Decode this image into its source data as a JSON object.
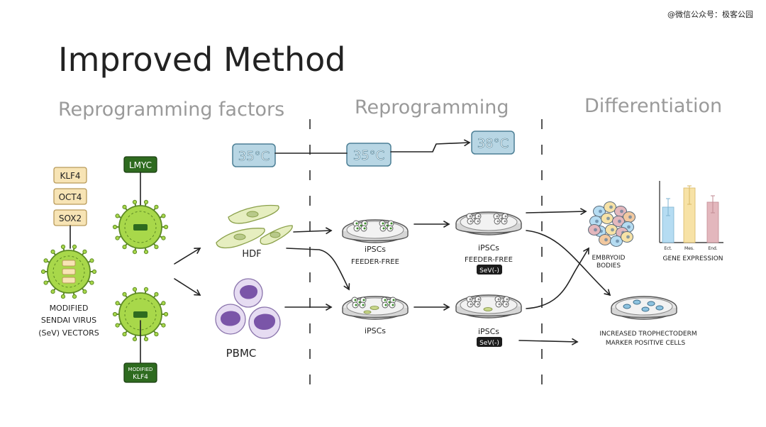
{
  "watermark": "@微信公众号：极客公园",
  "title": "Improved Method",
  "sections": {
    "factors": "Reprogramming factors",
    "reprogramming": "Reprogramming",
    "differentiation": "Differentiation"
  },
  "factors": {
    "klf4": "KLF4",
    "oct4": "OCT4",
    "sox2": "SOX2",
    "lmyc": "LMYC",
    "modified_klf4_line1": "MODIFIED",
    "modified_klf4_line2": "KLF4",
    "vector_label_line1": "MODIFIED",
    "vector_label_line2": "SENDAI VIRUS",
    "vector_label_line3": "(SeV) VECTORS"
  },
  "temperatures": {
    "t1": "35°C",
    "t2": "35°C",
    "t3": "38°C"
  },
  "cells": {
    "hdf": "HDF",
    "pbmc": "PBMC"
  },
  "dishes": {
    "ipsc_ff_line1": "iPSCs",
    "ipsc_ff_line2": "FEEDER-FREE",
    "ipsc_ff_sev_line1": "iPSCs",
    "ipsc_ff_sev_line2": "FEEDER-FREE",
    "sev_badge_1": "SeV(-)",
    "ipsc_plain": "iPSCs",
    "ipsc_sev": "iPSCs",
    "sev_badge_2": "SeV(-)"
  },
  "outcomes": {
    "embryoid_line1": "EMBRYOID",
    "embryoid_line2": "BODIES",
    "gene_expression": "GENE EXPRESSION",
    "bar_labels": [
      "Ect.",
      "Mes.",
      "End."
    ],
    "trophectoderm_line1": "INCREASED TROPHECTODERM",
    "trophectoderm_line2": "MARKER POSITIVE CELLS"
  },
  "colors": {
    "virus_green": "#a8d84a",
    "virus_dark": "#2e6b1f",
    "factor_box": "#f7e4b5",
    "temp_box": "#b8d6e4",
    "hdf_fill": "#e6eec0",
    "pbmc_fill": "#7a55a8",
    "bar_ect": "#b5dcf2",
    "bar_mes": "#f7e2a6",
    "bar_end": "#e3b7bd"
  }
}
